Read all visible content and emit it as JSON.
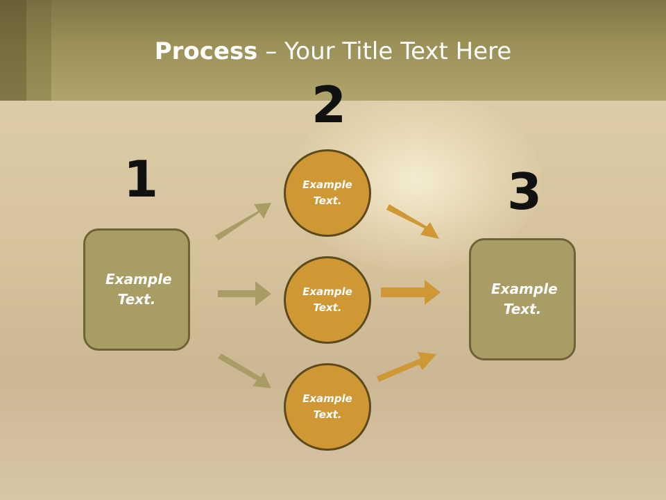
{
  "header": {
    "title_bold": "Process",
    "title_rest": " – Your Title Text Here"
  },
  "diagram": {
    "step_numbers": [
      "1",
      "2",
      "3"
    ],
    "left_box": "Example Text.",
    "circles": [
      "Example Text.",
      "Example Text.",
      "Example Text."
    ],
    "right_box": "Example Text."
  },
  "colors": {
    "header": "#9b9158",
    "box_fill": "#a99d66",
    "circle_fill": "#cf9834",
    "arrow_left": "#a99d66",
    "arrow_right": "#cf9834"
  }
}
